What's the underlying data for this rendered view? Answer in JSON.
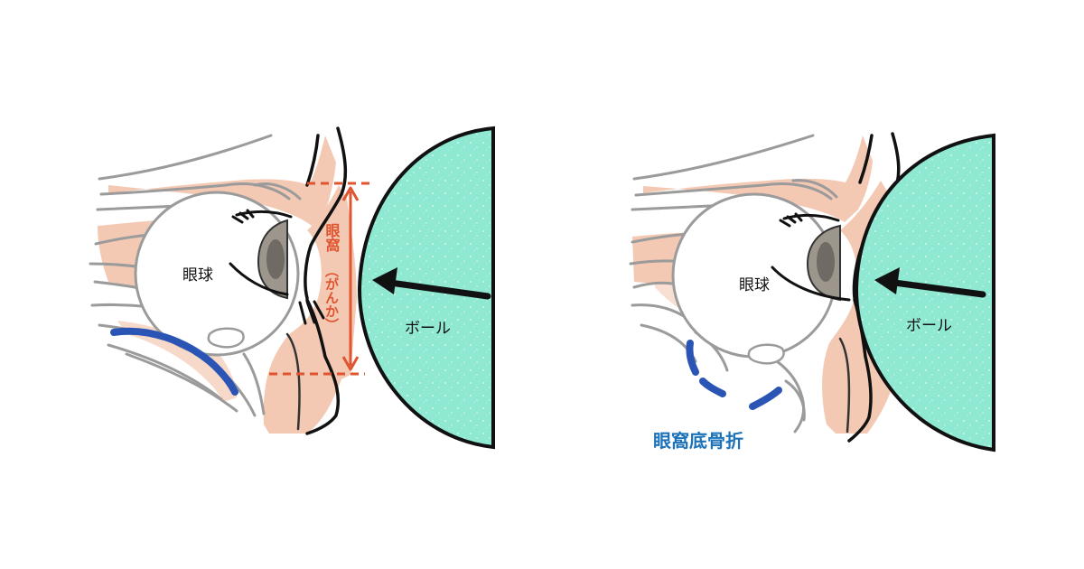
{
  "colors": {
    "skin": "#f3c9b3",
    "ball": "#8ee8d2",
    "ball_speckle": "#c9f5ea",
    "outline": "#111111",
    "soft_line": "#9b9b9b",
    "iris": "#9d968d",
    "orbit_marker": "#e05430",
    "floor_bone": "#2a55b4",
    "caption": "#1c72b8"
  },
  "left_panel": {
    "eyeball_label": "眼球",
    "ball_label": "ボール",
    "orbit_label": "眼窩",
    "orbit_reading": "（がんか）"
  },
  "right_panel": {
    "eyeball_label": "眼球",
    "ball_label": "ボール",
    "caption": "眼窩底骨折"
  }
}
